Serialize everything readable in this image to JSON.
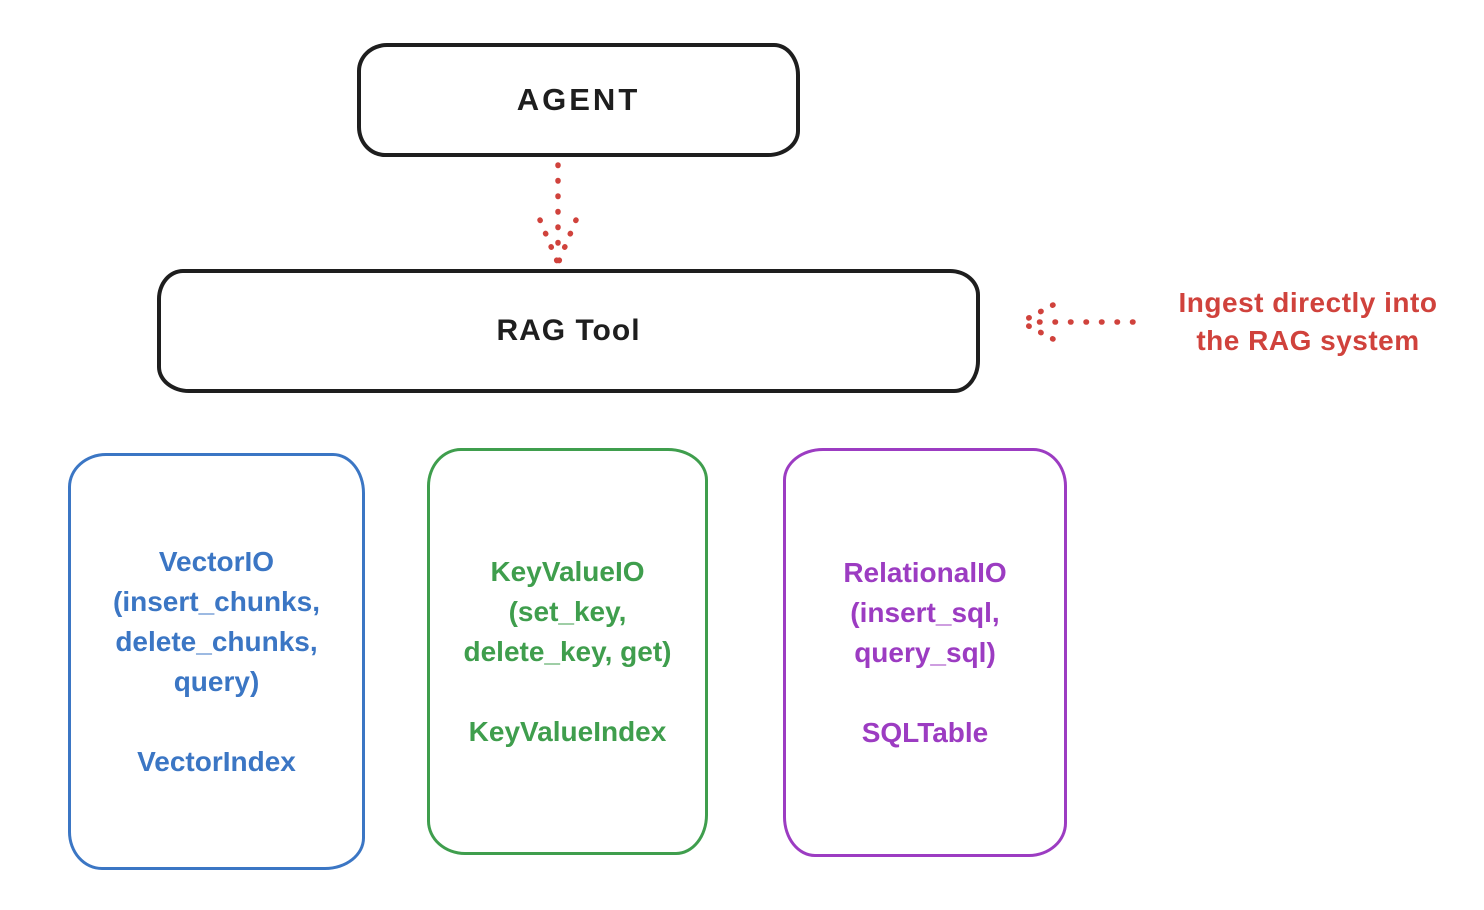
{
  "colors": {
    "ink_black": "#1e1e1e",
    "red": "#d0423c",
    "blue": "#3b76c4",
    "green": "#3f9e4d",
    "purple": "#9c3cc2"
  },
  "agent_box": {
    "label": "AGENT"
  },
  "rag_box": {
    "label": "RAG Tool"
  },
  "annotation": {
    "line1": "Ingest directly into",
    "line2": "the RAG system"
  },
  "io_boxes": [
    {
      "id": "vector",
      "color": "#3b76c4",
      "lines": [
        "VectorIO",
        "(insert_chunks,",
        "delete_chunks,",
        "query)"
      ],
      "index_label": "VectorIndex"
    },
    {
      "id": "keyvalue",
      "color": "#3f9e4d",
      "lines": [
        "KeyValueIO",
        "(set_key,",
        "delete_key, get)"
      ],
      "index_label": "KeyValueIndex"
    },
    {
      "id": "relational",
      "color": "#9c3cc2",
      "lines": [
        "RelationalIO",
        "(insert_sql,",
        "query_sql)"
      ],
      "index_label": "SQLTable"
    }
  ]
}
